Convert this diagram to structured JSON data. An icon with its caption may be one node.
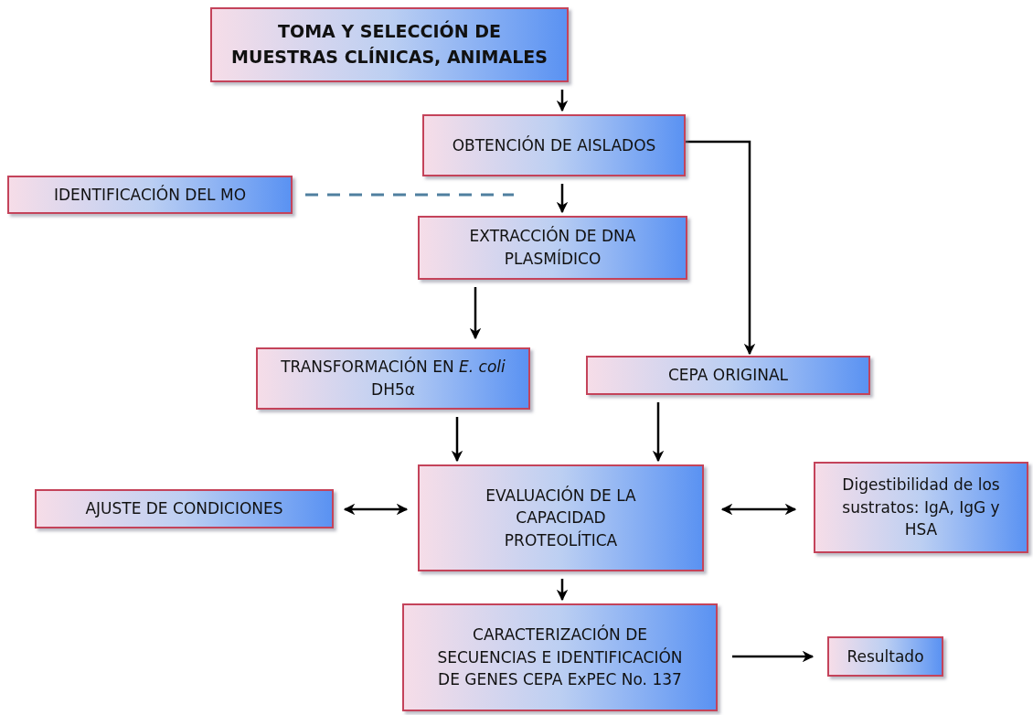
{
  "diagram": {
    "nodes": [
      {
        "text": [
          "TOMA Y SELECCIÓN DE MUESTRAS CLÍNICAS, ANIMALES"
        ]
      },
      {
        "text": [
          "OBTENCIÓN DE AISLADOS"
        ]
      },
      {
        "text": [
          "IDENTIFICACIÓN DEL MO"
        ]
      },
      {
        "text": [
          "EXTRACCIÓN DE DNA PLASMÍDICO"
        ]
      },
      {
        "text": [
          "TRANSFORMACIÓN EN *E. coli* DH5α"
        ]
      },
      {
        "text": [
          "CEPA ORIGINAL"
        ]
      },
      {
        "text": [
          "AJUSTE DE CONDICIONES"
        ]
      },
      {
        "text": [
          "EVALUACIÓN DE LA CAPACIDAD PROTEOLÍTICA"
        ]
      },
      {
        "text": [
          "Digestibilidad de los sustratos: IgA, IgG y HSA"
        ]
      },
      {
        "text": [
          "CARACTERIZACIÓN DE SECUENCIAS E IDENTIFICACIÓN DE GENES CEPA ExPEC No. 137"
        ]
      },
      {
        "text": [
          "Resultado"
        ]
      }
    ],
    "edges": [
      {
        "from": 0,
        "to": 1,
        "arrow": "to"
      },
      {
        "from": 1,
        "to": 3,
        "arrow": "to"
      },
      {
        "from": 2,
        "to": null,
        "arrow": "none",
        "style": "dashed",
        "color": "#4f7f9f"
      },
      {
        "from": 1,
        "to": 5,
        "arrow": "to"
      },
      {
        "from": 3,
        "to": 4,
        "arrow": "to"
      },
      {
        "from": 4,
        "to": 7,
        "arrow": "to"
      },
      {
        "from": 5,
        "to": 7,
        "arrow": "to"
      },
      {
        "from": 6,
        "to": 7,
        "arrow": "both"
      },
      {
        "from": 7,
        "to": 8,
        "arrow": "both"
      },
      {
        "from": 7,
        "to": 9,
        "arrow": "to"
      },
      {
        "from": 9,
        "to": 10,
        "arrow": "to"
      }
    ]
  }
}
